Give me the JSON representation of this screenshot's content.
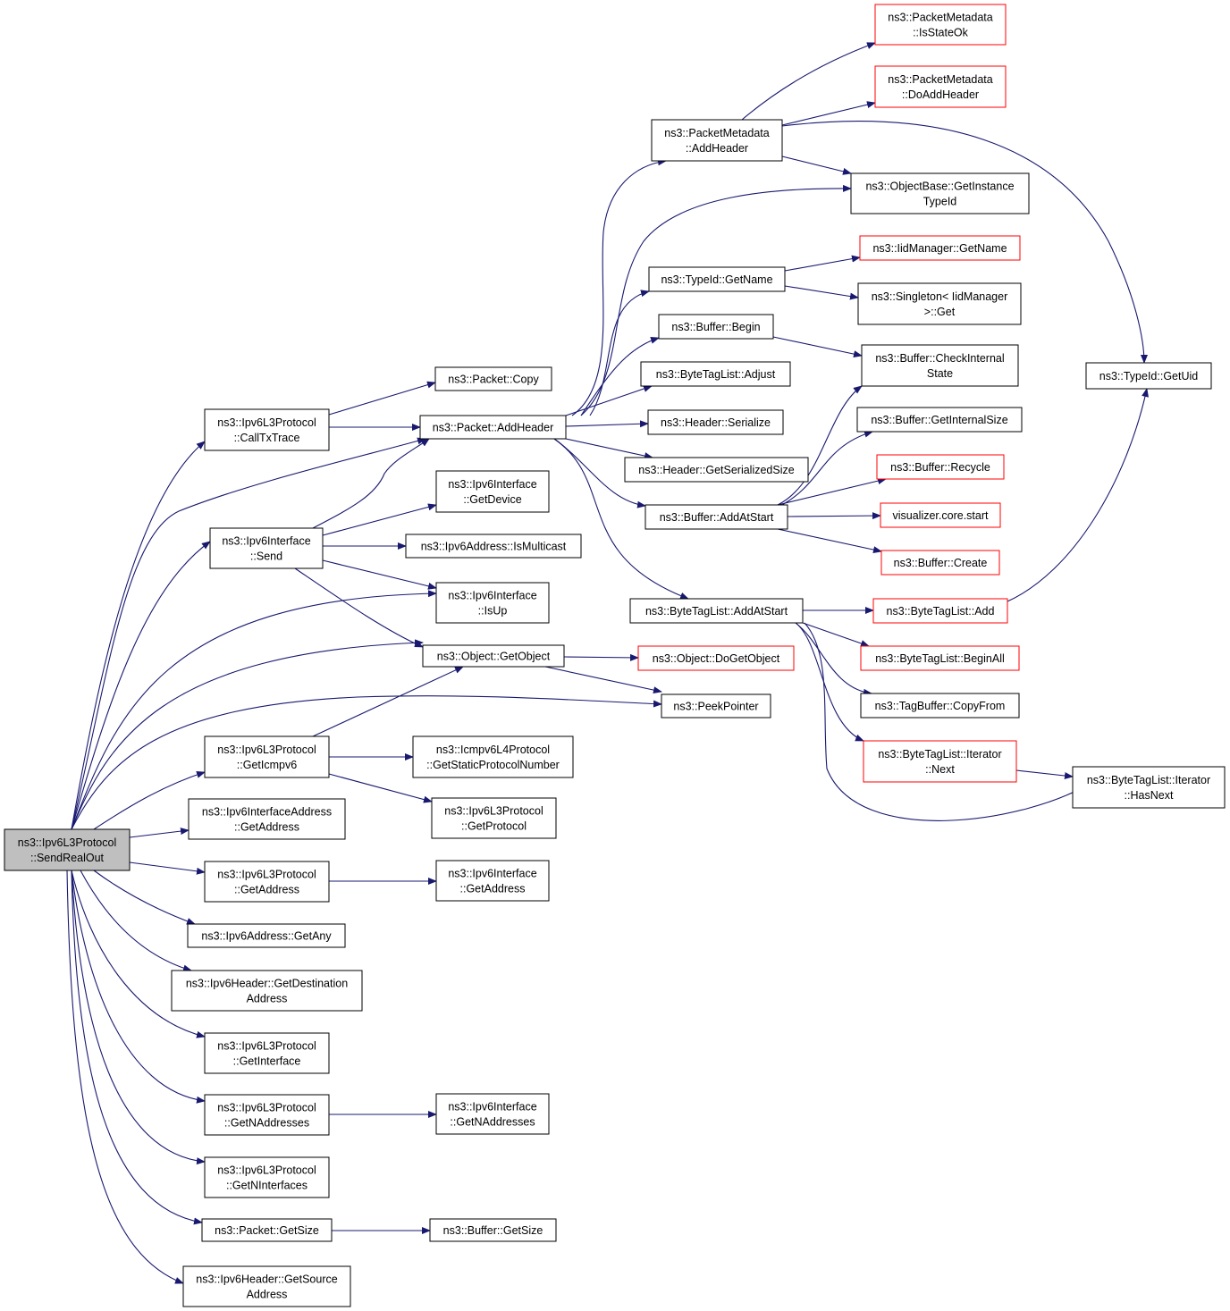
{
  "nodes": [
    {
      "id": "send_real_out",
      "lines": [
        "ns3::Ipv6L3Protocol",
        "::SendRealOut"
      ],
      "style": "root"
    },
    {
      "id": "call_tx_trace",
      "lines": [
        "ns3::Ipv6L3Protocol",
        "::CallTxTrace"
      ],
      "style": "normal"
    },
    {
      "id": "packet_add_header",
      "lines": [
        "ns3::Packet::AddHeader"
      ],
      "style": "normal"
    },
    {
      "id": "ipv6if_send",
      "lines": [
        "ns3::Ipv6Interface",
        "::Send"
      ],
      "style": "normal"
    },
    {
      "id": "ipv6if_isup",
      "lines": [
        "ns3::Ipv6Interface",
        "::IsUp"
      ],
      "style": "normal"
    },
    {
      "id": "object_get_object",
      "lines": [
        "ns3::Object::GetObject"
      ],
      "style": "normal"
    },
    {
      "id": "peek_pointer",
      "lines": [
        "ns3::PeekPointer"
      ],
      "style": "normal"
    },
    {
      "id": "l3_get_icmpv6",
      "lines": [
        "ns3::Ipv6L3Protocol",
        "::GetIcmpv6"
      ],
      "style": "normal"
    },
    {
      "id": "ifaddr_get_address",
      "lines": [
        "ns3::Ipv6InterfaceAddress",
        "::GetAddress"
      ],
      "style": "normal"
    },
    {
      "id": "l3_get_address",
      "lines": [
        "ns3::Ipv6L3Protocol",
        "::GetAddress"
      ],
      "style": "normal"
    },
    {
      "id": "addr_get_any",
      "lines": [
        "ns3::Ipv6Address::GetAny"
      ],
      "style": "normal"
    },
    {
      "id": "hdr_get_dest",
      "lines": [
        "ns3::Ipv6Header::GetDestination",
        "Address"
      ],
      "style": "normal"
    },
    {
      "id": "l3_get_interface",
      "lines": [
        "ns3::Ipv6L3Protocol",
        "::GetInterface"
      ],
      "style": "normal"
    },
    {
      "id": "l3_get_naddresses",
      "lines": [
        "ns3::Ipv6L3Protocol",
        "::GetNAddresses"
      ],
      "style": "normal"
    },
    {
      "id": "l3_get_ninterfaces",
      "lines": [
        "ns3::Ipv6L3Protocol",
        "::GetNInterfaces"
      ],
      "style": "normal"
    },
    {
      "id": "packet_get_size",
      "lines": [
        "ns3::Packet::GetSize"
      ],
      "style": "normal"
    },
    {
      "id": "hdr_get_source",
      "lines": [
        "ns3::Ipv6Header::GetSource",
        "Address"
      ],
      "style": "normal"
    },
    {
      "id": "packet_copy",
      "lines": [
        "ns3::Packet::Copy"
      ],
      "style": "normal"
    },
    {
      "id": "ipv6if_get_device",
      "lines": [
        "ns3::Ipv6Interface",
        "::GetDevice"
      ],
      "style": "normal"
    },
    {
      "id": "addr_is_multicast",
      "lines": [
        "ns3::Ipv6Address::IsMulticast"
      ],
      "style": "normal"
    },
    {
      "id": "icmpv6_get_static",
      "lines": [
        "ns3::Icmpv6L4Protocol",
        "::GetStaticProtocolNumber"
      ],
      "style": "normal"
    },
    {
      "id": "l3_get_protocol",
      "lines": [
        "ns3::Ipv6L3Protocol",
        "::GetProtocol"
      ],
      "style": "normal"
    },
    {
      "id": "ipv6if_get_address",
      "lines": [
        "ns3::Ipv6Interface",
        "::GetAddress"
      ],
      "style": "normal"
    },
    {
      "id": "ipv6if_get_naddresses",
      "lines": [
        "ns3::Ipv6Interface",
        "::GetNAddresses"
      ],
      "style": "normal"
    },
    {
      "id": "buffer_get_size",
      "lines": [
        "ns3::Buffer::GetSize"
      ],
      "style": "normal"
    },
    {
      "id": "pm_add_header",
      "lines": [
        "ns3::PacketMetadata",
        "::AddHeader"
      ],
      "style": "normal"
    },
    {
      "id": "typeid_get_name",
      "lines": [
        "ns3::TypeId::GetName"
      ],
      "style": "normal"
    },
    {
      "id": "buffer_begin",
      "lines": [
        "ns3::Buffer::Begin"
      ],
      "style": "normal"
    },
    {
      "id": "btl_adjust",
      "lines": [
        "ns3::ByteTagList::Adjust"
      ],
      "style": "normal"
    },
    {
      "id": "header_serialize",
      "lines": [
        "ns3::Header::Serialize"
      ],
      "style": "normal"
    },
    {
      "id": "header_get_serialized_size",
      "lines": [
        "ns3::Header::GetSerializedSize"
      ],
      "style": "normal"
    },
    {
      "id": "buffer_add_at_start",
      "lines": [
        "ns3::Buffer::AddAtStart"
      ],
      "style": "normal"
    },
    {
      "id": "btl_add_at_start",
      "lines": [
        "ns3::ByteTagList::AddAtStart"
      ],
      "style": "normal"
    },
    {
      "id": "object_do_get_object",
      "lines": [
        "ns3::Object::DoGetObject"
      ],
      "style": "red"
    },
    {
      "id": "pm_is_state_ok",
      "lines": [
        "ns3::PacketMetadata",
        "::IsStateOk"
      ],
      "style": "red"
    },
    {
      "id": "pm_do_add_header",
      "lines": [
        "ns3::PacketMetadata",
        "::DoAddHeader"
      ],
      "style": "red"
    },
    {
      "id": "objbase_get_instance_typeid",
      "lines": [
        "ns3::ObjectBase::GetInstance",
        "TypeId"
      ],
      "style": "normal"
    },
    {
      "id": "iidmgr_get_name",
      "lines": [
        "ns3::IidManager::GetName"
      ],
      "style": "red"
    },
    {
      "id": "singleton_get",
      "lines": [
        "ns3::Singleton< IidManager",
        ">::Get"
      ],
      "style": "normal"
    },
    {
      "id": "buffer_check_internal_state",
      "lines": [
        "ns3::Buffer::CheckInternal",
        "State"
      ],
      "style": "normal"
    },
    {
      "id": "buffer_get_internal_size",
      "lines": [
        "ns3::Buffer::GetInternalSize"
      ],
      "style": "normal"
    },
    {
      "id": "buffer_recycle",
      "lines": [
        "ns3::Buffer::Recycle"
      ],
      "style": "red"
    },
    {
      "id": "visualizer_core_start",
      "lines": [
        "visualizer.core.start"
      ],
      "style": "red"
    },
    {
      "id": "buffer_create",
      "lines": [
        "ns3::Buffer::Create"
      ],
      "style": "red"
    },
    {
      "id": "btl_add",
      "lines": [
        "ns3::ByteTagList::Add"
      ],
      "style": "red"
    },
    {
      "id": "btl_begin_all",
      "lines": [
        "ns3::ByteTagList::BeginAll"
      ],
      "style": "red"
    },
    {
      "id": "tagbuffer_copy_from",
      "lines": [
        "ns3::TagBuffer::CopyFrom"
      ],
      "style": "normal"
    },
    {
      "id": "btl_iter_next",
      "lines": [
        "ns3::ByteTagList::Iterator",
        "::Next"
      ],
      "style": "red"
    },
    {
      "id": "typeid_get_uid",
      "lines": [
        "ns3::TypeId::GetUid"
      ],
      "style": "normal"
    },
    {
      "id": "btl_iter_has_next",
      "lines": [
        "ns3::ByteTagList::Iterator",
        "::HasNext"
      ],
      "style": "normal"
    }
  ],
  "colors": {
    "edge": "#191970",
    "node_border": "#000000",
    "node_border_missing": "#ff0000",
    "root_fill": "#bfbfbf"
  }
}
